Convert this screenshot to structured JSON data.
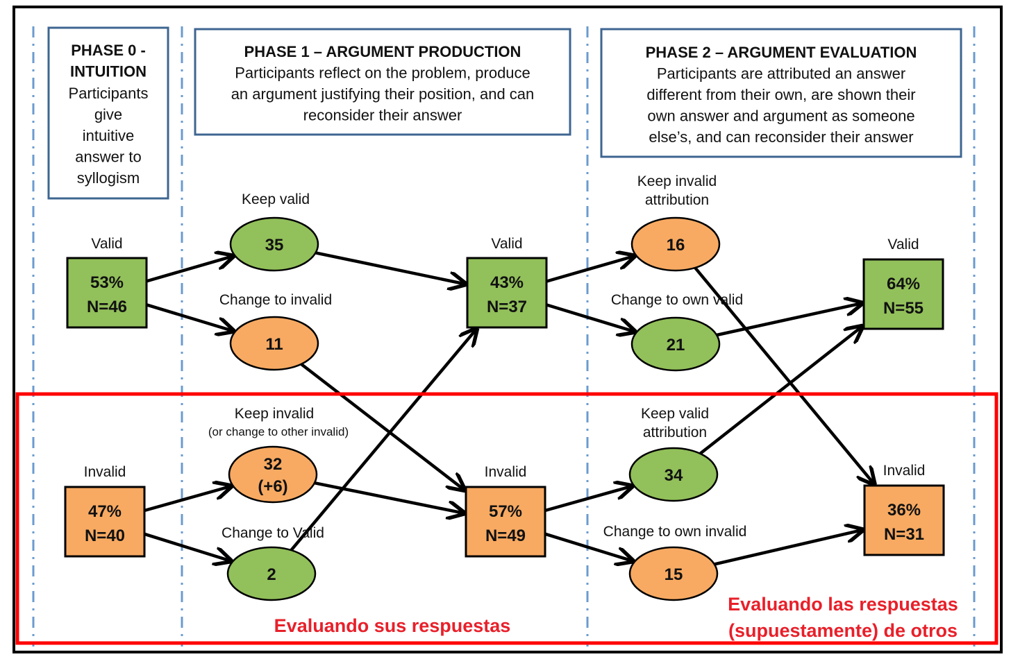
{
  "phases": [
    {
      "title_lines": [
        "PHASE 0 -",
        "INTUITION"
      ],
      "desc_lines": [
        "Participants",
        "give",
        "intuitive",
        "answer to",
        "syllogism"
      ]
    },
    {
      "title_lines": [
        "PHASE 1 – ARGUMENT PRODUCTION"
      ],
      "desc_lines": [
        "Participants reflect on the problem, produce",
        "an argument justifying their position, and can",
        "reconsider their answer"
      ]
    },
    {
      "title_lines": [
        "PHASE 2 – ARGUMENT EVALUATION"
      ],
      "desc_lines": [
        "Participants are attributed an answer",
        "different from their own, are shown their",
        "own answer and argument as someone",
        "else’s, and can reconsider their answer"
      ]
    }
  ],
  "boxes": [
    {
      "id": "p0-valid",
      "label": "Valid",
      "pct": "53%",
      "n": "N=46",
      "kind": "valid"
    },
    {
      "id": "p0-invalid",
      "label": "Invalid",
      "pct": "47%",
      "n": "N=40",
      "kind": "invalid"
    },
    {
      "id": "p1-valid",
      "label": "Valid",
      "pct": "43%",
      "n": "N=37",
      "kind": "valid"
    },
    {
      "id": "p1-invalid",
      "label": "Invalid",
      "pct": "57%",
      "n": "N=49",
      "kind": "invalid"
    },
    {
      "id": "p2-valid",
      "label": "Valid",
      "pct": "64%",
      "n": "N=55",
      "kind": "valid"
    },
    {
      "id": "p2-invalid",
      "label": "Invalid",
      "pct": "36%",
      "n": "N=31",
      "kind": "invalid"
    }
  ],
  "ovals": [
    {
      "id": "keep-valid",
      "label_lines": [
        "Keep valid"
      ],
      "value_lines": [
        "35"
      ],
      "kind": "valid"
    },
    {
      "id": "change-to-invalid",
      "label_lines": [
        "Change to invalid"
      ],
      "value_lines": [
        "11"
      ],
      "kind": "invalid"
    },
    {
      "id": "keep-invalid",
      "label_lines": [
        "Keep invalid"
      ],
      "sublabel": "(or change to other invalid)",
      "value_lines": [
        "32",
        "(+6)"
      ],
      "kind": "invalid"
    },
    {
      "id": "change-to-valid",
      "label_lines": [
        "Change to Valid"
      ],
      "value_lines": [
        "2"
      ],
      "kind": "valid"
    },
    {
      "id": "keep-invalid-attribution",
      "label_lines": [
        "Keep invalid",
        "attribution"
      ],
      "value_lines": [
        "16"
      ],
      "kind": "invalid"
    },
    {
      "id": "change-to-own-valid",
      "label_lines": [
        "Change to own valid"
      ],
      "value_lines": [
        "21"
      ],
      "kind": "valid"
    },
    {
      "id": "keep-valid-attribution",
      "label_lines": [
        "Keep valid",
        "attribution"
      ],
      "value_lines": [
        "34"
      ],
      "kind": "valid"
    },
    {
      "id": "change-to-own-invalid",
      "label_lines": [
        "Change to own invalid"
      ],
      "value_lines": [
        "15"
      ],
      "kind": "invalid"
    }
  ],
  "edges": [
    [
      "p0-valid",
      "keep-valid"
    ],
    [
      "p0-valid",
      "change-to-invalid"
    ],
    [
      "p0-invalid",
      "keep-invalid"
    ],
    [
      "p0-invalid",
      "change-to-valid"
    ],
    [
      "keep-valid",
      "p1-valid"
    ],
    [
      "change-to-invalid",
      "p1-invalid"
    ],
    [
      "keep-invalid",
      "p1-invalid"
    ],
    [
      "change-to-valid",
      "p1-valid"
    ],
    [
      "p1-valid",
      "keep-invalid-attribution"
    ],
    [
      "p1-valid",
      "change-to-own-valid"
    ],
    [
      "p1-invalid",
      "keep-valid-attribution"
    ],
    [
      "p1-invalid",
      "change-to-own-invalid"
    ],
    [
      "keep-invalid-attribution",
      "p2-invalid"
    ],
    [
      "change-to-own-valid",
      "p2-valid"
    ],
    [
      "keep-valid-attribution",
      "p2-valid"
    ],
    [
      "change-to-own-invalid",
      "p2-invalid"
    ]
  ],
  "annotations": {
    "left": "Evaluando sus respuestas",
    "right_lines": [
      "Evaluando las respuestas",
      "(supuestamente) de otros"
    ]
  },
  "colors": {
    "valid": "#92c05a",
    "invalid": "#f8aa62",
    "highlight": "#ff0000",
    "phase_border": "#3e6591",
    "divider": "#6b9bcf",
    "annotation": "#e8202a"
  }
}
